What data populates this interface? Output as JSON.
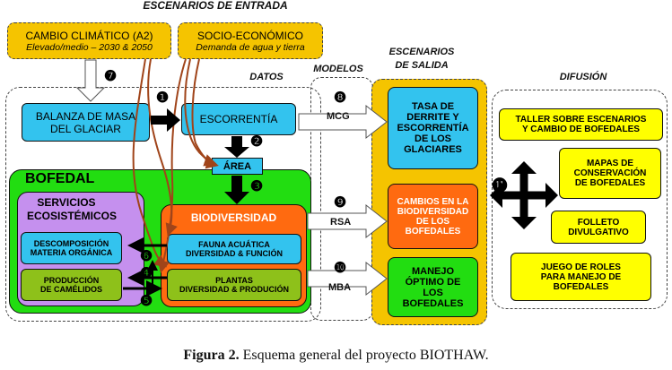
{
  "headers": {
    "input": "ESCENARIOS DE ENTRADA",
    "datos": "DATOS",
    "modelos": "MODELOS",
    "salida_line1": "ESCENARIOS",
    "salida_line2": "DE SALIDA",
    "difusion": "DIFUSIÓN"
  },
  "inputs": {
    "climate_title": "CAMBIO CLIMÁTICO (A2)",
    "climate_sub": "Elevado/medio – 2030 & 2050",
    "socio_title": "SOCIO-ECONÓMICO",
    "socio_sub": "Demanda de agua y tierra"
  },
  "datos": {
    "balanza_line1": "BALANZA DE MASA",
    "balanza_line2": "DEL GLACIAR",
    "escorrentia": "ESCORRENTÍA",
    "area": "ÁREA"
  },
  "bofedal": {
    "title": "BOFEDAL",
    "servicios_line1": "SERVICIOS",
    "servicios_line2": "ECOSISTÉMICOS",
    "descomp_line1": "DESCOMPOSICIÓN",
    "descomp_line2": "MATERIA ORGÁNICA",
    "produccion_line1": "PRODUCCIÓN",
    "produccion_line2": "DE CAMÉLIDOS",
    "biodiversidad": "BIODIVERSIDAD",
    "fauna_line1": "FAUNA ACUÁTICA",
    "fauna_line2": "DIVERSIDAD & FUNCIÓN",
    "plantas_line1": "PLANTAS",
    "plantas_line2": "DIVERSIDAD & PRODUCIÓN"
  },
  "models": {
    "mcg": "MCG",
    "rsa": "RSA",
    "mba": "MBA"
  },
  "numbers": [
    "❶",
    "❷",
    "❸",
    "❹",
    "❺",
    "❻",
    "❼",
    "❽",
    "❾",
    "❿",
    "⓫"
  ],
  "salida": {
    "tasa": [
      "TASA DE",
      "DERRITE Y",
      "ESCORRENTÍA",
      "DE LOS",
      "GLACIARES"
    ],
    "cambios": [
      "CAMBIOS EN LA",
      "BIODIVERSIDAD",
      "DE LOS",
      "BOFEDALES"
    ],
    "manejo": [
      "MANEJO",
      "ÓPTIMO DE",
      "LOS",
      "BOFEDALES"
    ]
  },
  "difusion": {
    "taller": [
      "TALLER SOBRE ESCENARIOS",
      "Y CAMBIO DE BOFEDALES"
    ],
    "mapas": [
      "MAPAS DE",
      "CONSERVACIÓN",
      "DE BOFEDALES"
    ],
    "folleto": [
      "FOLLETO",
      "DIVULGATIVO"
    ],
    "juego": [
      "JUEGO DE ROLES",
      "PARA MANEJO DE",
      "BOFEDALES"
    ]
  },
  "caption": {
    "label": "Figura 2.",
    "text": " Esquema general del proyecto BIOTHAW."
  },
  "colors": {
    "input_fill": "#f5c400",
    "salida_panel": "#f5c400",
    "cyan": "#33c3ee",
    "green": "#22dd11",
    "orange": "#ff6a10",
    "lavender": "#c590ee",
    "olive": "#8ec11a",
    "yellow": "#ffff00",
    "brown": "#a0441a"
  }
}
